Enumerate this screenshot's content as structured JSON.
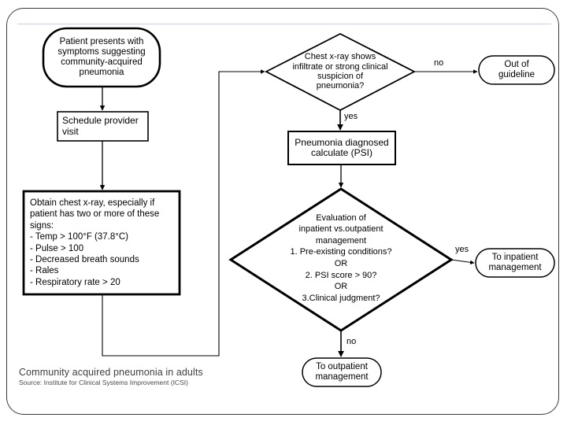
{
  "slide": {
    "footer_title": "Community acquired pneumonia in adults",
    "footer_source": "Source: Institute for Clinical Systems Improvement (ICSI)"
  },
  "colors": {
    "stroke": "#000000",
    "frame": "#3a3a3a",
    "rule": "#c9d2dc",
    "background": "#ffffff",
    "footer_text": "#3f3f3f"
  },
  "chart_data": {
    "type": "diagram",
    "title": "Community acquired pneumonia in adults",
    "nodes": [
      {
        "id": "start",
        "shape": "terminal",
        "lines": [
          "Patient presents with",
          "symptoms suggesting",
          "community-acquired",
          "pneumonia"
        ]
      },
      {
        "id": "schedule",
        "shape": "process",
        "lines": [
          "Schedule provider",
          "visit"
        ]
      },
      {
        "id": "xray",
        "shape": "process",
        "lines": [
          "Obtain chest x-ray, especially if",
          "patient has two or more of these",
          "signs:",
          "- Temp > 100°F (37.8°C)",
          "- Pulse > 100",
          "- Decreased breath sounds",
          "- Rales",
          "- Respiratory rate > 20"
        ]
      },
      {
        "id": "decision1",
        "shape": "decision",
        "lines": [
          "Chest x-ray shows",
          "infiltrate or strong clinical",
          "suspicion of",
          "pneumonia?"
        ]
      },
      {
        "id": "outofguide",
        "shape": "terminal",
        "lines": [
          "Out of",
          "guideline"
        ]
      },
      {
        "id": "diagnosed",
        "shape": "process",
        "lines": [
          "Pneumonia diagnosed",
          "calculate (PSI)"
        ]
      },
      {
        "id": "decision2",
        "shape": "decision",
        "lines": [
          "Evaluation of",
          "inpatient vs.outpatient",
          "management",
          "1. Pre-existing conditions?",
          "OR",
          "2. PSI score > 90?",
          "OR",
          "3.Clinical judgment?"
        ]
      },
      {
        "id": "inpatient",
        "shape": "terminal",
        "lines": [
          "To inpatient",
          "management"
        ]
      },
      {
        "id": "outpatient",
        "shape": "terminal",
        "lines": [
          "To outpatient",
          "management"
        ]
      }
    ],
    "edges": [
      {
        "from": "start",
        "to": "schedule",
        "label": ""
      },
      {
        "from": "schedule",
        "to": "xray",
        "label": ""
      },
      {
        "from": "xray",
        "to": "decision1",
        "label": ""
      },
      {
        "from": "decision1",
        "to": "outofguide",
        "label": "no"
      },
      {
        "from": "decision1",
        "to": "diagnosed",
        "label": "yes"
      },
      {
        "from": "diagnosed",
        "to": "decision2",
        "label": ""
      },
      {
        "from": "decision2",
        "to": "inpatient",
        "label": "yes"
      },
      {
        "from": "decision2",
        "to": "outpatient",
        "label": "no"
      }
    ],
    "edge_labels": {
      "d1_no": "no",
      "d1_yes": "yes",
      "d2_yes": "yes",
      "d2_no": "no"
    }
  }
}
